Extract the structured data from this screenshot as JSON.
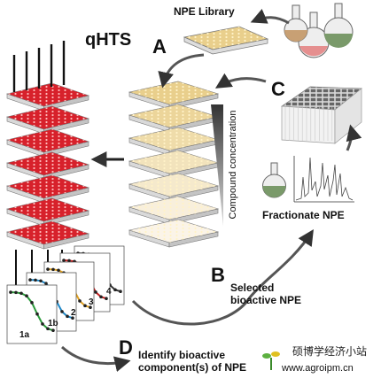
{
  "labels": {
    "npe_library": "NPE Library",
    "qhts": "qHTS",
    "step_a": "A",
    "step_b": "B",
    "step_c": "C",
    "step_d": "D",
    "compound_concentration": "Compound concentration",
    "fractionate_npe": "Fractionate NPE",
    "selected_bioactive_line1": "Selected",
    "selected_bioactive_line2": "bioactive NPE",
    "identify_line1": "Identify bioactive",
    "identify_line2": "component(s) of NPE",
    "curve_1a": "1a",
    "curve_1b": "1b",
    "curve_2": "2",
    "curve_3": "3",
    "curve_4": "4"
  },
  "watermark": {
    "text": "硕博学经济小站",
    "url": "www.agroipm.cn"
  },
  "colors": {
    "red_plate": "#d7212b",
    "tan_plate": "#e9cf8c",
    "flask_green": "#7a9a6a",
    "flask_pink": "#e58f8f",
    "flask_tan": "#c8a074",
    "curve_green": "#2a9a3a",
    "curve_blue": "#1e88c8",
    "curve_orange": "#e0a020",
    "curve_red": "#c82020"
  }
}
